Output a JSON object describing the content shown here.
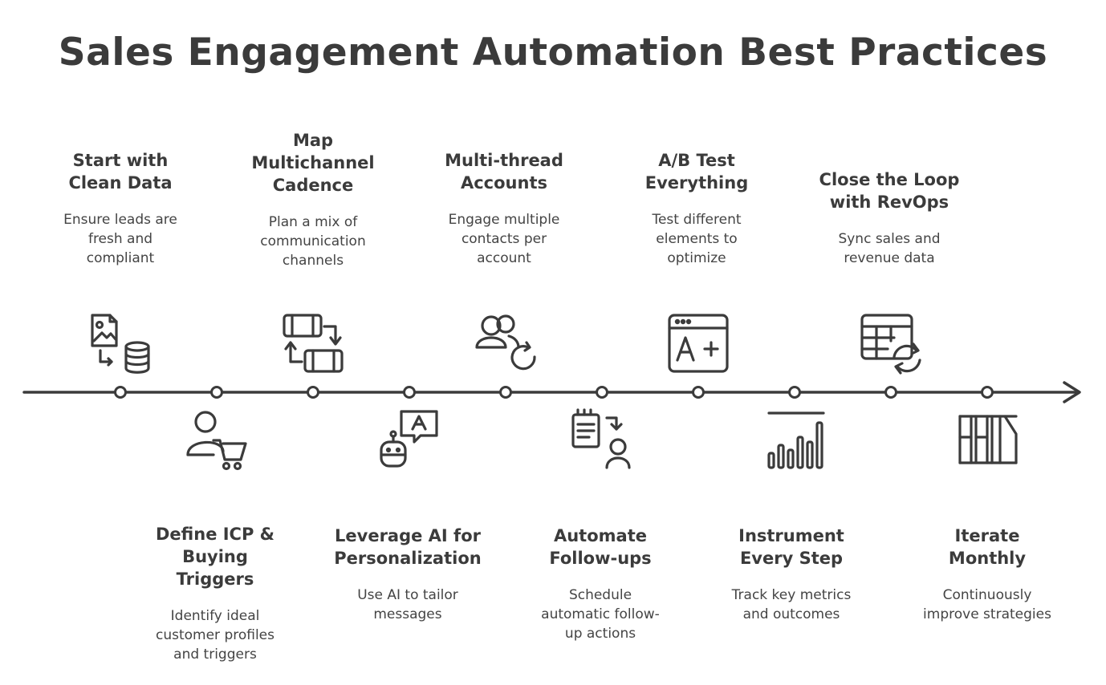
{
  "title": "Sales Engagement Automation Best Practices",
  "steps": [
    {
      "heading": "Start with\nClean Data",
      "description": "Ensure leads are\nfresh and\ncompliant",
      "icon": "image-database-icon"
    },
    {
      "heading": "Define ICP &\nBuying\nTriggers",
      "description": "Identify ideal\ncustomer profiles\nand triggers",
      "icon": "user-cart-icon"
    },
    {
      "heading": "Map\nMultichannel\nCadence",
      "description": "Plan a mix of\ncommunication\nchannels",
      "icon": "exchange-icon"
    },
    {
      "heading": "Leverage AI for\nPersonalization",
      "description": "Use AI to tailor\nmessages",
      "icon": "robot-chat-icon"
    },
    {
      "heading": "Multi-thread\nAccounts",
      "description": "Engage multiple\ncontacts per\naccount",
      "icon": "users-refresh-icon"
    },
    {
      "heading": "Automate\nFollow-ups",
      "description": "Schedule\nautomatic follow-\nup actions",
      "icon": "clipboard-user-icon"
    },
    {
      "heading": "A/B Test\nEverything",
      "description": "Test different\nelements to\noptimize",
      "icon": "browser-grade-icon"
    },
    {
      "heading": "Instrument\nEvery Step",
      "description": "Track key metrics\nand outcomes",
      "icon": "bar-chart-icon"
    },
    {
      "heading": "Close the Loop\nwith RevOps",
      "description": "Sync sales and\nrevenue data",
      "icon": "table-sync-icon"
    },
    {
      "heading": "Iterate\nMonthly",
      "description": "Continuously\nimprove strategies",
      "icon": "books-icon"
    }
  ]
}
